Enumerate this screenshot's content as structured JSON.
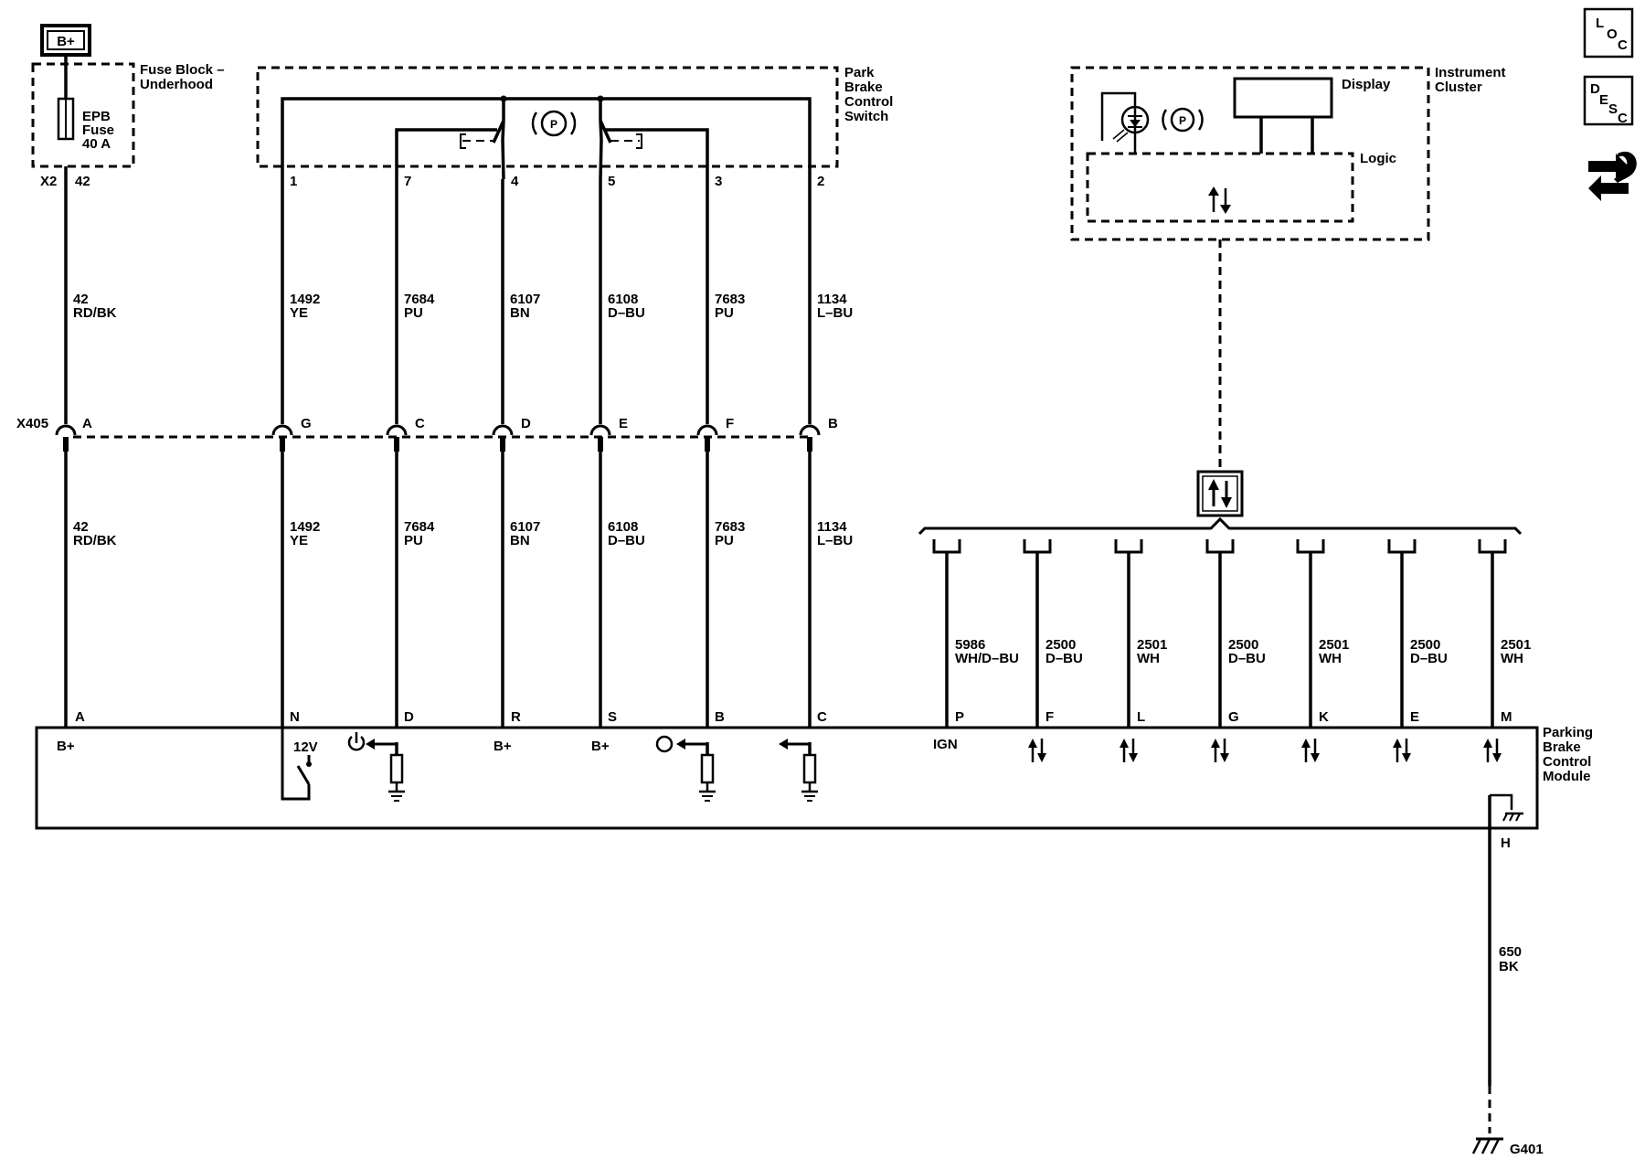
{
  "power": {
    "label": "B+"
  },
  "fuse_block": {
    "label_lines": [
      "Fuse Block –",
      "Underhood"
    ],
    "fuse_lines": [
      "EPB",
      "Fuse",
      "40 A"
    ],
    "connector": "X2",
    "pin": "42"
  },
  "switch": {
    "label_lines": [
      "Park",
      "Brake",
      "Control",
      "Switch"
    ],
    "symbol": "P",
    "pins": [
      "1",
      "7",
      "4",
      "5",
      "3",
      "2"
    ]
  },
  "cluster": {
    "label_lines": [
      "Instrument",
      "Cluster"
    ],
    "display_label": "Display",
    "logic_label": "Logic",
    "symbol": "P"
  },
  "connector_x405": {
    "label": "X405"
  },
  "left_wires": [
    {
      "upper_circuit": "42",
      "upper_color": "RD/BK",
      "conn_pin": "A",
      "lower_circuit": "42",
      "lower_color": "RD/BK",
      "module_pin": "A",
      "module_func": "B+"
    },
    {
      "upper_circuit": "1492",
      "upper_color": "YE",
      "conn_pin": "G",
      "lower_circuit": "1492",
      "lower_color": "YE",
      "module_pin": "N",
      "module_func": "12V"
    },
    {
      "upper_circuit": "7684",
      "upper_color": "PU",
      "conn_pin": "C",
      "lower_circuit": "7684",
      "lower_color": "PU",
      "module_pin": "D",
      "module_func": ""
    },
    {
      "upper_circuit": "6107",
      "upper_color": "BN",
      "conn_pin": "D",
      "lower_circuit": "6107",
      "lower_color": "BN",
      "module_pin": "R",
      "module_func": "B+"
    },
    {
      "upper_circuit": "6108",
      "upper_color": "D–BU",
      "conn_pin": "E",
      "lower_circuit": "6108",
      "lower_color": "D–BU",
      "module_pin": "S",
      "module_func": "B+"
    },
    {
      "upper_circuit": "7683",
      "upper_color": "PU",
      "conn_pin": "F",
      "lower_circuit": "7683",
      "lower_color": "PU",
      "module_pin": "B",
      "module_func": ""
    },
    {
      "upper_circuit": "1134",
      "upper_color": "L–BU",
      "conn_pin": "B",
      "lower_circuit": "1134",
      "lower_color": "L–BU",
      "module_pin": "C",
      "module_func": ""
    }
  ],
  "right_wires": [
    {
      "circuit": "5986",
      "color": "WH/D–BU",
      "module_pin": "P",
      "module_func": "IGN"
    },
    {
      "circuit": "2500",
      "color": "D–BU",
      "module_pin": "F"
    },
    {
      "circuit": "2501",
      "color": "WH",
      "module_pin": "L"
    },
    {
      "circuit": "2500",
      "color": "D–BU",
      "module_pin": "G"
    },
    {
      "circuit": "2501",
      "color": "WH",
      "module_pin": "K"
    },
    {
      "circuit": "2500",
      "color": "D–BU",
      "module_pin": "E"
    },
    {
      "circuit": "2501",
      "color": "WH",
      "module_pin": "M"
    }
  ],
  "module": {
    "label_lines": [
      "Parking",
      "Brake",
      "Control",
      "Module"
    ],
    "ground_pin": "H"
  },
  "ground_wire": {
    "circuit": "650",
    "color": "BK",
    "ground": "G401"
  },
  "side_icons": {
    "loc": [
      "L",
      "O",
      "C"
    ],
    "desc": [
      "D",
      "E",
      "S",
      "C"
    ],
    "tool_icon": "wrench-arrows-icon"
  }
}
